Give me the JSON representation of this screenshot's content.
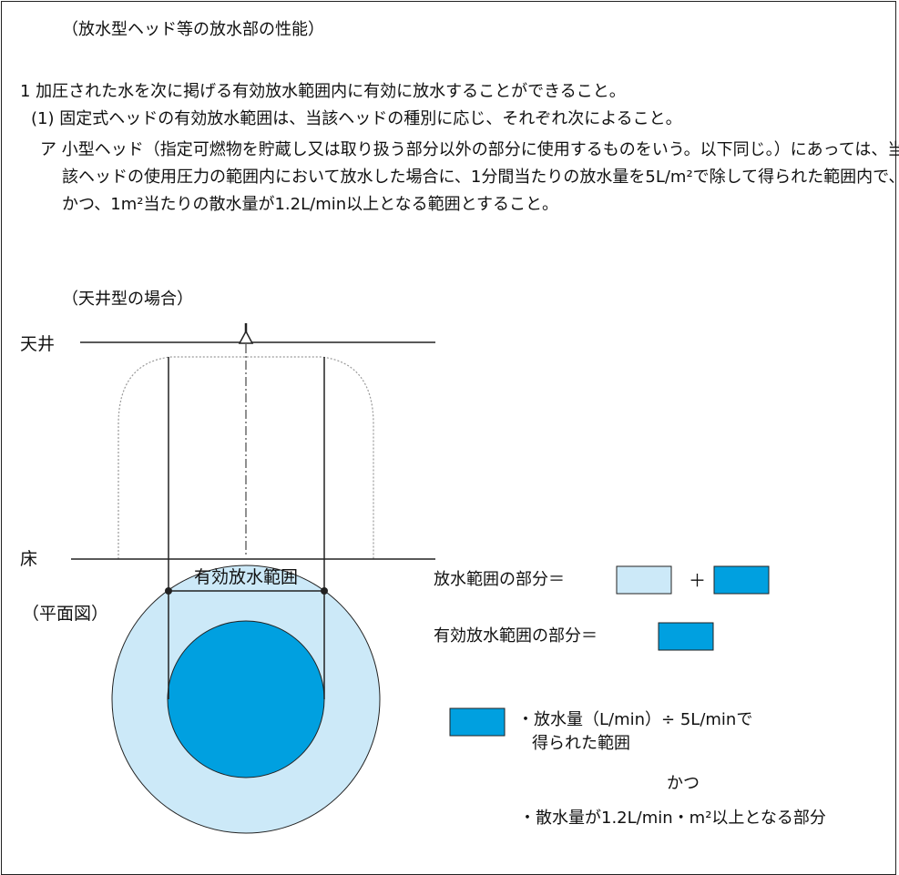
{
  "heading": "（放水型ヘッド等の放水部の性能）",
  "item1": "1 加圧された水を次に掲げる有効放水範囲内に有効に放水することができること。",
  "item1_1": "(1) 固定式ヘッドの有効放水範囲は、当該ヘッドの種別に応じ、それぞれ次によること。",
  "item_a": "ア 小型ヘッド（指定可燃物を貯蔵し又は取り扱う部分以外の部分に使用するものをいう。以下同じ。）にあっては、当該ヘッドの使用圧力の範囲内において放水した場合に、1分間当たりの放水量を5L/m²で除して得られた範囲内で、かつ、1m²当たりの散水量が1.2L/min以上となる範囲とすること。",
  "diagram": {
    "case_label": "（天井型の場合）",
    "ceiling_label": "天井",
    "floor_label": "床",
    "effective_range_label": "有効放水範囲",
    "plan_view_label": "（平面図）",
    "colors": {
      "outer": "#cce9f8",
      "inner": "#00a0e0",
      "line": "#222222",
      "spray_outline": "#999999"
    }
  },
  "legend": {
    "spray_area_text": "放水範囲の部分＝",
    "plus": "＋",
    "effective_area_text": "有効放水範囲の部分＝",
    "condition_1_line1": "・放水量（L/min）÷ 5L/minで",
    "condition_1_line2": "得られた範囲",
    "and_text": "かつ",
    "condition_2": "・散水量が1.2L/min・m²以上となる部分"
  }
}
